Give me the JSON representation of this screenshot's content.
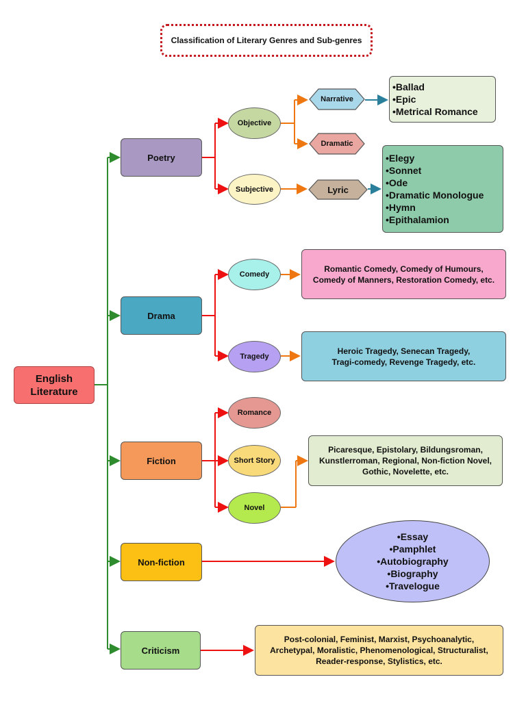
{
  "title": "Classification of Literary Genres and Sub-genres",
  "root": "English Literature",
  "genres": {
    "poetry": "Poetry",
    "drama": "Drama",
    "fiction": "Fiction",
    "nonfiction": "Non-fiction",
    "criticism": "Criticism"
  },
  "poetry": {
    "objective": "Objective",
    "subjective": "Subjective",
    "narrative": "Narrative",
    "dramatic": "Dramatic",
    "lyric": "Lyric",
    "narrative_list": [
      "•Ballad",
      "•Epic",
      "•Metrical Romance"
    ],
    "lyric_list": [
      "•Elegy",
      "•Sonnet",
      "•Ode",
      "•Dramatic Monologue",
      "•Hymn",
      "•Epithalamion"
    ]
  },
  "drama": {
    "comedy": "Comedy",
    "tragedy": "Tragedy",
    "comedy_types": [
      "Romantic Comedy, Comedy of Humours,",
      "Comedy of Manners, Restoration Comedy, etc."
    ],
    "tragedy_types": [
      "Heroic Tragedy, Senecan Tragedy,",
      "Tragi-comedy, Revenge Tragedy, etc."
    ]
  },
  "fiction": {
    "romance": "Romance",
    "short_story": "Short Story",
    "novel": "Novel",
    "novel_types": [
      "Picaresque, Epistolary, Bildungsroman,",
      "Kunstlerroman, Regional, Non-fiction Novel,",
      "Gothic, Novelette, etc."
    ]
  },
  "nonfiction_list": [
    "•Essay",
    "•Pamphlet",
    "•Autobiography",
    "•Biography",
    "•Travelogue"
  ],
  "criticism_types": [
    "Post-colonial, Feminist, Marxist, Psychoanalytic,",
    "Archetypal, Moralistic, Phenomenological, Structuralist,",
    "Reader-response, Stylistics, etc."
  ],
  "colors": {
    "green_line": "#2e8b2e",
    "red_line": "#ee1111",
    "orange_line": "#ee7711",
    "teal_line": "#2a7f9a",
    "root_fill": "#f76f6f",
    "poetry_fill": "#a898c2",
    "drama_fill": "#4aa8c2",
    "fiction_fill": "#f4995a",
    "nonfiction_fill": "#fcbf14",
    "criticism_fill": "#a6dc8a"
  }
}
